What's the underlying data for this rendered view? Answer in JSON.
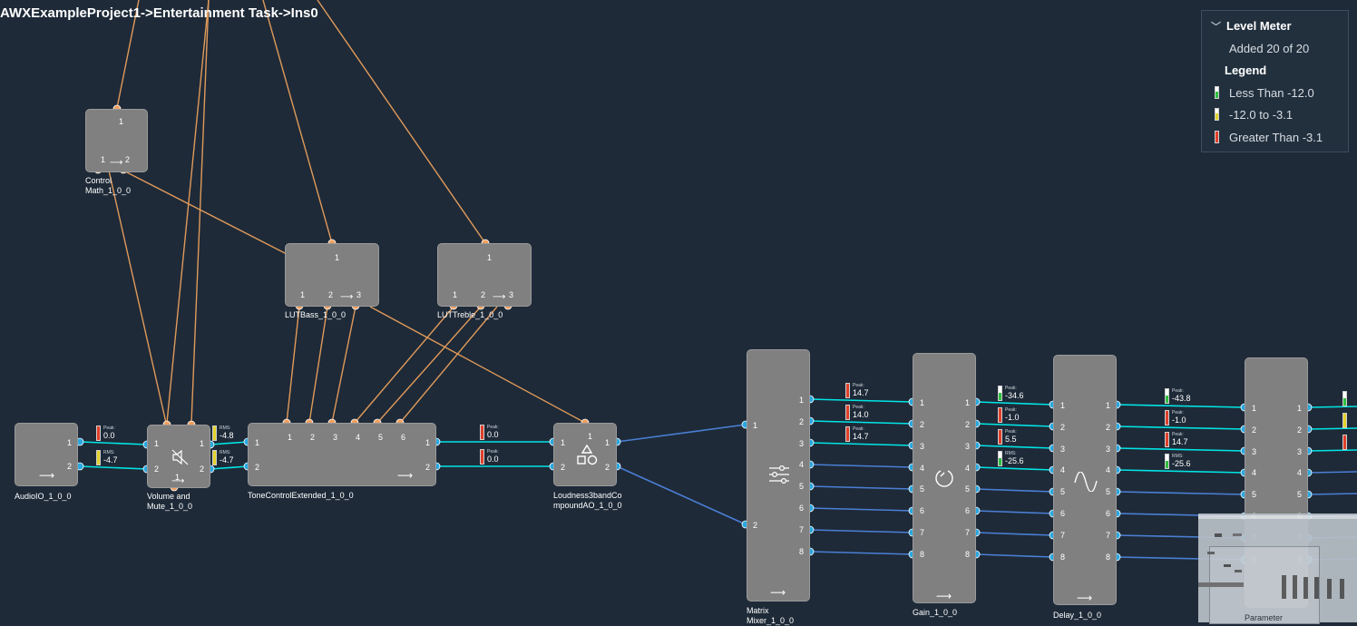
{
  "title": "AWXExampleProject1->Entertainment Task->Ins0",
  "colors": {
    "background": "#1e2a38",
    "block": "#808080",
    "wire_active": "#00e5e5",
    "wire_inactive": "#4a7fd4",
    "control_wire": "#e09a5a",
    "pin_control": "#f0a060",
    "pin_audio": "#29a8e0"
  },
  "blocks": {
    "audioio": {
      "label": "AudioIO_1_0_0",
      "outputs": [
        "1",
        "2"
      ]
    },
    "volume": {
      "label_1": "Volume and",
      "label_2": "Mute_1_0_0",
      "inputs": [
        "1",
        "2"
      ],
      "outputs": [
        "1",
        "2"
      ],
      "ctrl": "1"
    },
    "control_math": {
      "label_1": "Control",
      "label_2": "Math_1_0_0",
      "top": "1",
      "bottom": [
        "1",
        "2"
      ]
    },
    "lutbass": {
      "label": "LUTBass_1_0_0",
      "top": "1",
      "bottom": [
        "1",
        "2",
        "3"
      ]
    },
    "luttreble": {
      "label": "LUTTreble_1_0_0",
      "top": "1",
      "bottom": [
        "1",
        "2",
        "3"
      ]
    },
    "tonecontrol": {
      "label": "ToneControlExtended_1_0_0",
      "ctrl": [
        "1",
        "2",
        "3",
        "4",
        "5",
        "6"
      ],
      "inputs": [
        "1",
        "2"
      ],
      "outputs": [
        "1",
        "2"
      ]
    },
    "loudness": {
      "label_1": "Loudness3bandCo",
      "label_2": "mpoundAO_1_0_0",
      "top": "1",
      "inputs": [
        "1",
        "2"
      ],
      "outputs": [
        "1",
        "2"
      ]
    },
    "matrix": {
      "label_1": "Matrix",
      "label_2": "Mixer_1_0_0",
      "inputs": [
        "1",
        "2"
      ],
      "outputs": [
        "1",
        "2",
        "3",
        "4",
        "5",
        "6",
        "7",
        "8"
      ]
    },
    "gain": {
      "label": "Gain_1_0_0",
      "ports": [
        "1",
        "2",
        "3",
        "4",
        "5",
        "6",
        "7",
        "8"
      ]
    },
    "delay": {
      "label": "Delay_1_0_0",
      "ports": [
        "1",
        "2",
        "3",
        "4",
        "5",
        "6",
        "7",
        "8"
      ]
    },
    "parameter": {
      "label": "Parameter",
      "ports": [
        "1",
        "2",
        "3",
        "4",
        "5",
        "6",
        "7",
        "8"
      ]
    }
  },
  "meters": {
    "audio_1": {
      "kind": "Peak:",
      "value": "0.0",
      "level": "high"
    },
    "audio_2": {
      "kind": "RMS:",
      "value": "-4.7",
      "level": "mid"
    },
    "vol_1": {
      "kind": "RMS:",
      "value": "-4.8",
      "level": "mid"
    },
    "vol_2": {
      "kind": "RMS:",
      "value": "-4.7",
      "level": "mid"
    },
    "tone_1": {
      "kind": "Peak:",
      "value": "0.0",
      "level": "high"
    },
    "tone_2": {
      "kind": "Peak:",
      "value": "0.0",
      "level": "high"
    },
    "mix_1": {
      "kind": "Peak:",
      "value": "14.7",
      "level": "high"
    },
    "mix_2": {
      "kind": "Peak:",
      "value": "14.0",
      "level": "high"
    },
    "mix_3": {
      "kind": "Peak:",
      "value": "14.7",
      "level": "high"
    },
    "gain_1": {
      "kind": "Peak:",
      "value": "-34.6",
      "level": "low"
    },
    "gain_2": {
      "kind": "Peak:",
      "value": "-1.0",
      "level": "high"
    },
    "gain_3": {
      "kind": "Peak:",
      "value": "5.5",
      "level": "high"
    },
    "gain_4": {
      "kind": "RMS:",
      "value": "-25.6",
      "level": "low"
    },
    "delay_1": {
      "kind": "Peak:",
      "value": "-43.8",
      "level": "low"
    },
    "delay_2": {
      "kind": "Peak:",
      "value": "-1.0",
      "level": "high"
    },
    "delay_3": {
      "kind": "Peak:",
      "value": "14.7",
      "level": "high"
    },
    "delay_4": {
      "kind": "RMS:",
      "value": "-25.6",
      "level": "low"
    }
  },
  "legend": {
    "header": "Level Meter",
    "added": "Added 20 of 20",
    "legend_title": "Legend",
    "items": [
      {
        "label": "Less Than -12.0",
        "color": "#2fbf3f"
      },
      {
        "label": "-12.0 to -3.1",
        "color": "#e3d12a"
      },
      {
        "label": "Greater Than -3.1",
        "color": "#e0402a"
      }
    ]
  }
}
